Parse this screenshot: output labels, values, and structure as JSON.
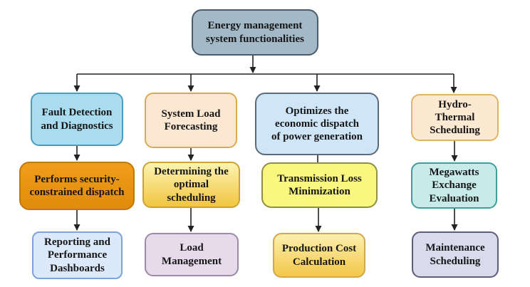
{
  "diagram": {
    "type": "flowchart",
    "text_color": "#161616",
    "line_color": "#222222",
    "background": "#ffffff"
  },
  "nodes": {
    "root": {
      "label": "Energy management\nsystem functionalities",
      "fill": "#a4b9c7",
      "border": "#4b5c6d"
    },
    "fault_detection": {
      "label": "Fault Detection\nand Diagnostics",
      "fill": "#a9dcee",
      "border": "#4a9cc0"
    },
    "security_dispatch": {
      "label": "Performs security-\nconstrained dispatch",
      "fill": "#ef9d1b",
      "fill2": "#e18c0c",
      "border": "#c07a0a"
    },
    "reporting_dashboards": {
      "label": "Reporting and\nPerformance\nDashboards",
      "fill": "#dbe9fb",
      "border": "#7da3d8"
    },
    "load_forecasting": {
      "label": "System Load\nForecasting",
      "fill": "#fbe7d2",
      "border": "#d9ab4d"
    },
    "optimal_scheduling": {
      "label": "Determining the\noptimal\nscheduling",
      "fill": "#fdf3b1",
      "fill2": "#f1c640",
      "border": "#c9a238"
    },
    "load_management": {
      "label": "Load\nManagement",
      "fill": "#e7dbeb",
      "border": "#9d8aa8"
    },
    "economic_dispatch": {
      "label": "Optimizes the\neconomic dispatch\nof power generation",
      "fill": "#cfe5f8",
      "border": "#5b6b7b"
    },
    "transmission_loss": {
      "label": "Transmission Loss\nMinimization",
      "fill": "#f9f77e",
      "border": "#8f8f45"
    },
    "production_cost": {
      "label": "Production Cost\nCalculation",
      "fill": "#fcf0ae",
      "fill2": "#f3c74a",
      "border": "#cfa74c"
    },
    "hydro_thermal": {
      "label": "Hydro-\nThermal\nScheduling",
      "fill": "#fce9d1",
      "border": "#e2b360"
    },
    "megawatts_exchange": {
      "label": "Megawatts\nExchange\nEvaluation",
      "fill": "#c7ebe9",
      "border": "#3f9e99"
    },
    "maintenance_scheduling": {
      "label": "Maintenance\nScheduling",
      "fill": "#d9daeb",
      "border": "#5d5e78"
    }
  }
}
